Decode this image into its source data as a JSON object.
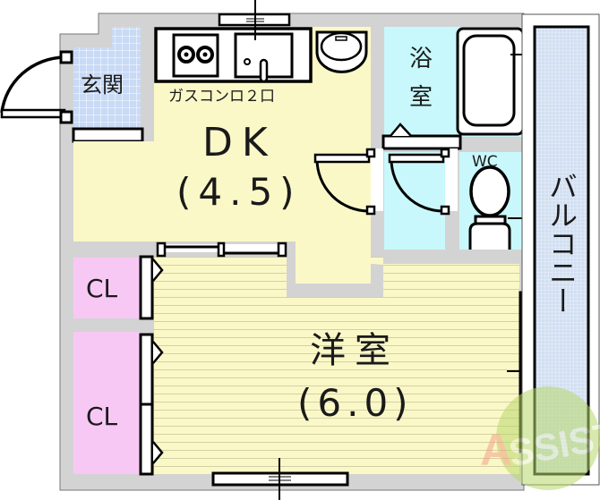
{
  "floor_plan": {
    "rooms": {
      "entrance": {
        "label": "玄関",
        "color": "#c8daf5"
      },
      "dk": {
        "label": "DK",
        "area": "(4.5)",
        "color": "#fbf8c8"
      },
      "kitchen": {
        "label": "ガスコンロ２口"
      },
      "bath": {
        "label_top": "浴",
        "label_bottom": "室",
        "color": "#c8f8fb"
      },
      "wc": {
        "label": "WC",
        "color": "#c8f8fb"
      },
      "western": {
        "label": "洋室",
        "area": "(6.0)",
        "color": "#fbf8c8"
      },
      "closet_1": {
        "label": "CL",
        "color": "#f8c8f5"
      },
      "closet_2": {
        "label": "CL",
        "color": "#f8c8f5"
      },
      "balcony": {
        "label": "バルコニー",
        "color": "#d0dcf0"
      }
    },
    "wall_color": "#d3d3d3",
    "watermark": {
      "text": "ASSIST",
      "color": "#a8cc3a"
    }
  }
}
